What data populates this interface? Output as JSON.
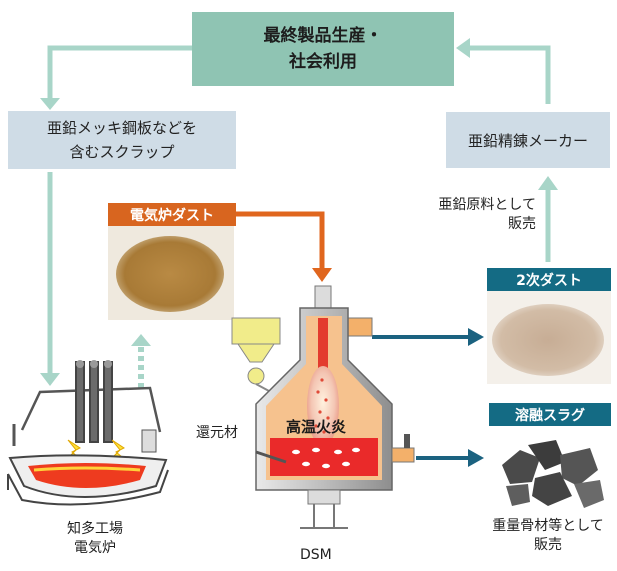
{
  "cycle": {
    "final_products": [
      "最終製品生産・",
      "社会利用"
    ],
    "scrap": [
      "亜鉛メッキ鋼板などを",
      "含むスクラップ"
    ],
    "zinc_refiner": "亜鉛精錬メーカー",
    "sold_as_zinc_raw_material": [
      "亜鉛原料として",
      "販売"
    ]
  },
  "labels": {
    "eaf_dust": "電気炉ダスト",
    "secondary_dust": "2次ダスト",
    "molten_slag": "溶融スラグ",
    "high_temp_flame": "高温火炎",
    "reducing_agent": "還元材",
    "dsm": "DSM",
    "chita_plant": [
      "知多工場",
      "電気炉"
    ],
    "sold_as_aggregate": [
      "重量骨材等として",
      "販売"
    ]
  },
  "colors": {
    "cycle_arrow": "#a8d5c8",
    "orange_arrow": "#e0661e",
    "blue_arrow": "#1b6280",
    "top_box": "#8fc4b3",
    "side_box": "#cfdce6"
  }
}
